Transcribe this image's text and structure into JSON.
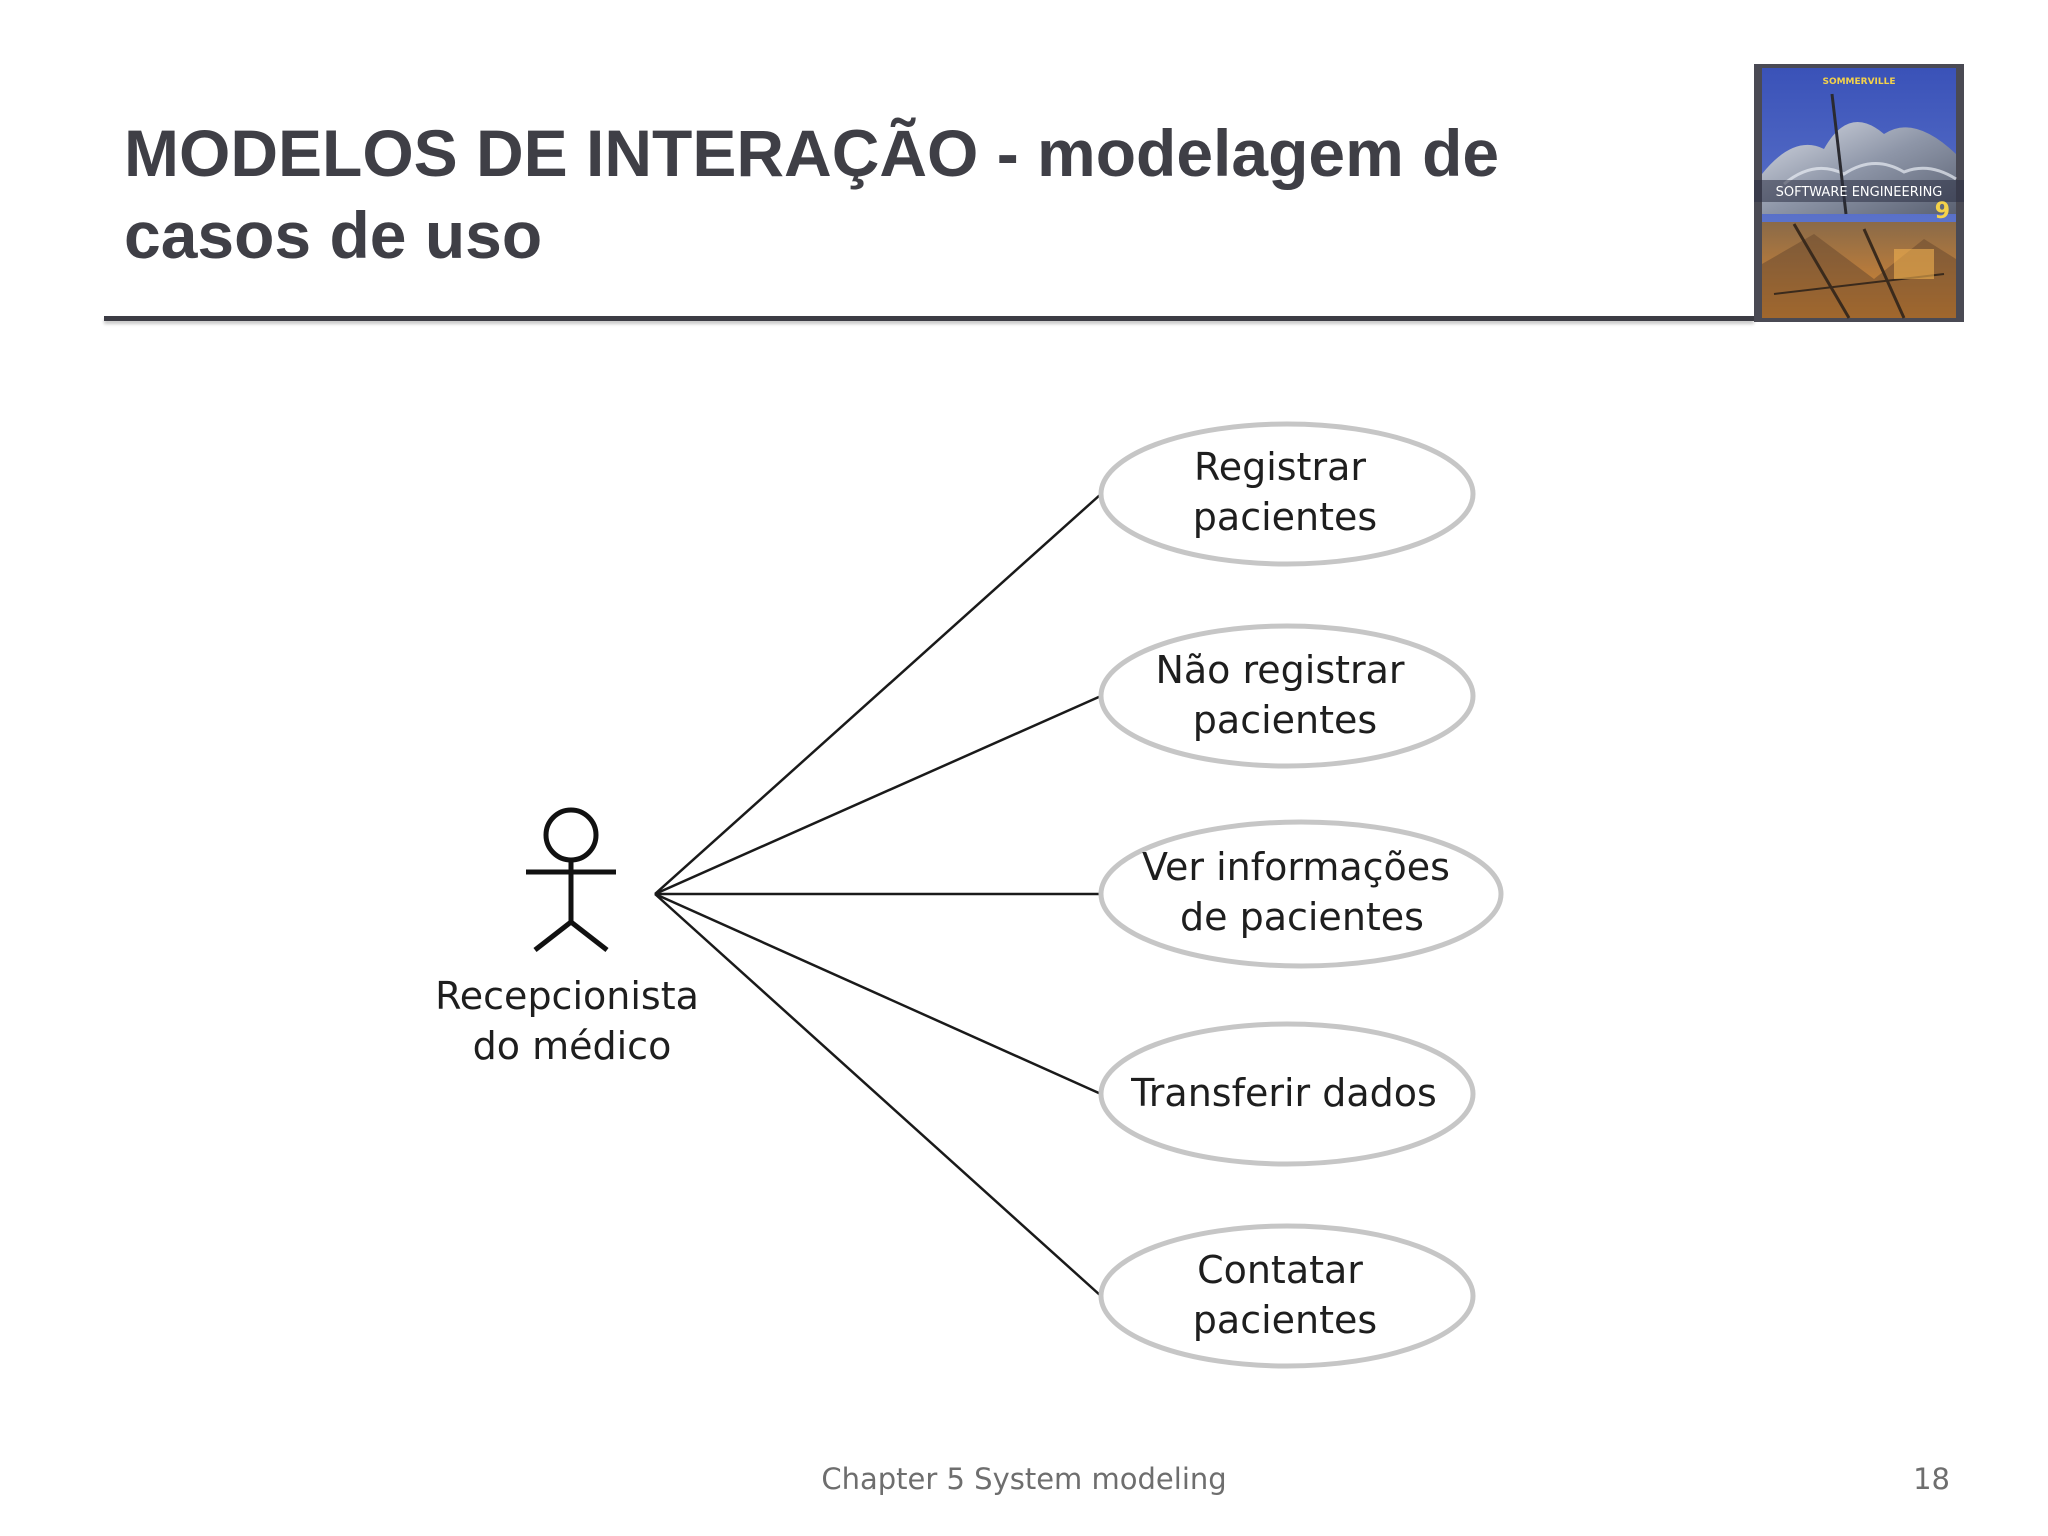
{
  "slide": {
    "title_line1": "MODELOS DE INTERAÇÃO - modelagem de",
    "title_line2": "casos de uso"
  },
  "book_cover": {
    "author": "SOMMERVILLE",
    "subject": "SOFTWARE ENGINEERING",
    "edition": "9"
  },
  "diagram": {
    "actor": {
      "name_line1": "Recepcionista",
      "name_line2": "do médico"
    },
    "use_cases": [
      {
        "line1": "Registrar",
        "line2": "pacientes"
      },
      {
        "line1": "Não registrar",
        "line2": "pacientes"
      },
      {
        "line1": "Ver informações",
        "line2": "de pacientes"
      },
      {
        "line1": "Transferir dados"
      },
      {
        "line1": "Contatar",
        "line2": "pacientes"
      }
    ]
  },
  "footer": {
    "chapter": "Chapter 5 System modeling",
    "page_number": "18"
  }
}
